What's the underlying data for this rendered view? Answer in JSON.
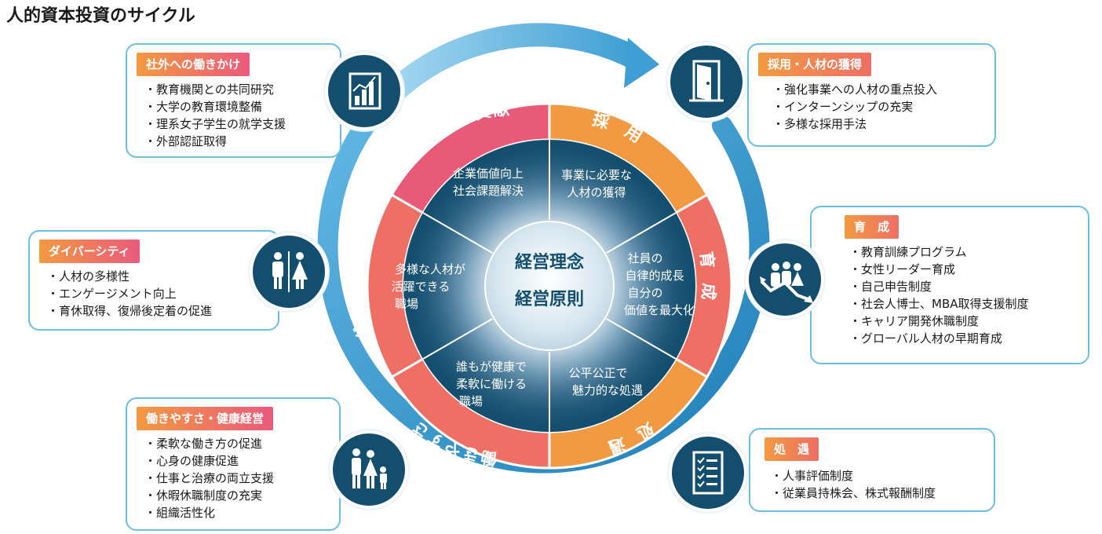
{
  "title": "人的資本投資のサイクル",
  "center": {
    "line1": "経営理念",
    "line2": "経営原則"
  },
  "ring_labels": {
    "saiyo": "採用",
    "ikusei": "育成",
    "shogu": "処遇",
    "hatarakiyasusa": "働きやすさ",
    "diversity": "ダイバーシティ",
    "shakai": "社会への貢献"
  },
  "sectors": {
    "top_left": [
      "企業価値向上",
      "社会課題解決"
    ],
    "top_right": [
      "事業に必要な",
      "人材の獲得"
    ],
    "right": [
      "社員の",
      "自律的成長",
      "自分の",
      "価値を最大化"
    ],
    "bottom_right": [
      "公平公正で",
      "魅力的な処遇"
    ],
    "bottom_left": [
      "誰もが健康で",
      "柔軟に働ける",
      "職場"
    ],
    "left": [
      "多様な人材が",
      "活躍できる",
      "職場"
    ]
  },
  "cards": {
    "external": {
      "tag": "社外への働きかけ",
      "items": [
        "教育機関との共同研究",
        "大学の教育環境整備",
        "理系女子学生の就学支援",
        "外部認証取得"
      ],
      "icon": "bar-chart-icon"
    },
    "diversity": {
      "tag": "ダイバーシティ",
      "items": [
        "人材の多様性",
        "エンゲージメント向上",
        "育休取得、復帰後定着の促進"
      ],
      "icon": "restroom-people-icon"
    },
    "wellness": {
      "tag": "働きやすさ・健康経営",
      "items": [
        "柔軟な働き方の促進",
        "心身の健康促進",
        "仕事と治療の両立支援",
        "休暇休職制度の充実",
        "組織活性化"
      ],
      "icon": "family-icon"
    },
    "recruit": {
      "tag": "採用・人材の獲得",
      "items": [
        "強化事業への人材の重点投入",
        "インターンシップの充実",
        "多様な採用手法"
      ],
      "icon": "door-icon"
    },
    "develop": {
      "tag": "育　成",
      "items": [
        "教育訓練プログラム",
        "女性リーダー育成",
        "自己申告制度",
        "社会人博士、MBA取得支援制度",
        "キャリア開発休職制度",
        "グローバル人材の早期育成"
      ],
      "icon": "growth-people-icon"
    },
    "treatment": {
      "tag": "処　遇",
      "items": [
        "人事評価制度",
        "従業員持株会、株式報酬制度"
      ],
      "icon": "checklist-icon"
    }
  },
  "colors": {
    "navy": "#134e6f",
    "orange": "#f29a42",
    "coral": "#ee6f64",
    "pink": "#e85a78",
    "light_blue": "#6cbfe1",
    "arrow_blue": "#4aa8d8"
  }
}
